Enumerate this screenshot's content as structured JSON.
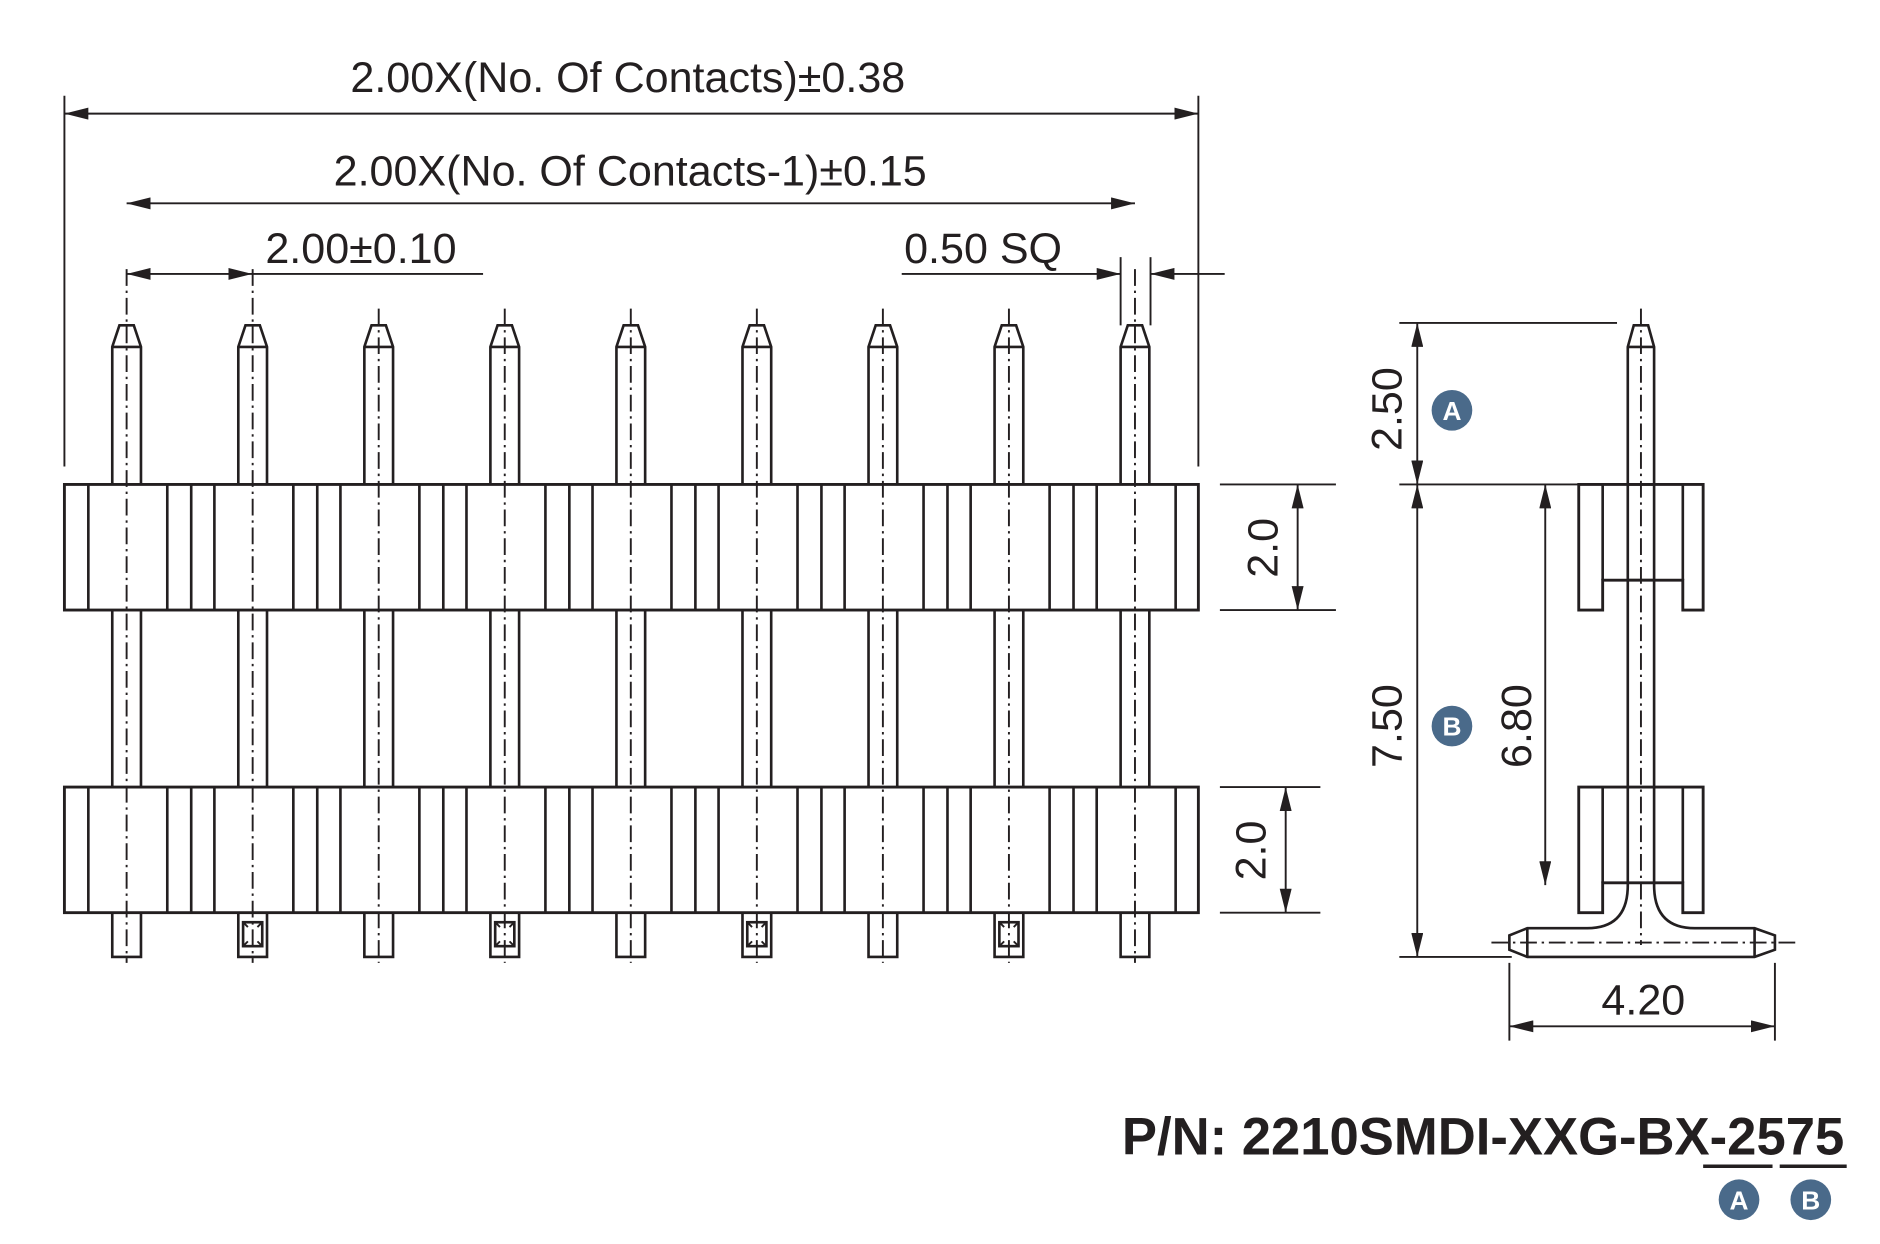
{
  "dimensions": {
    "overall_length": "2.00X(No. Of Contacts)±0.38",
    "pin_span": "2.00X(No. Of Contacts-1)±0.15",
    "pitch": "2.00±0.10",
    "pin_square": "0.50 SQ",
    "housing_height_top": "2.0",
    "housing_height_bottom": "2.0",
    "dim_a": "2.50",
    "dim_b": "7.50",
    "dim_inner": "6.80",
    "smd_span": "4.20"
  },
  "badges": {
    "a": "A",
    "b": "B"
  },
  "part_number": {
    "prefix": "P/N: 2210SMDI-XXG-BX-",
    "a_value": "25",
    "b_value": "75"
  },
  "pin_count": 9,
  "colors": {
    "line": "#231f20",
    "badge": "#4a6a8a"
  }
}
